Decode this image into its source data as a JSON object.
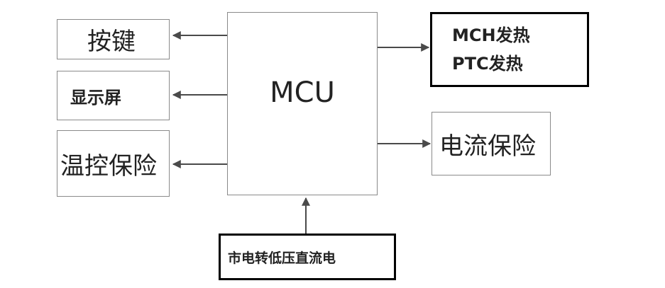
{
  "diagram": {
    "key": "按键",
    "display": "显示屏",
    "temp_protection": "温控保险",
    "mcu": "MCU",
    "heating_mch": "MCH发热",
    "heating_ptc": "PTC发热",
    "current_protection": "电流保险",
    "mains_to_dc": "市电转低压直流电"
  }
}
